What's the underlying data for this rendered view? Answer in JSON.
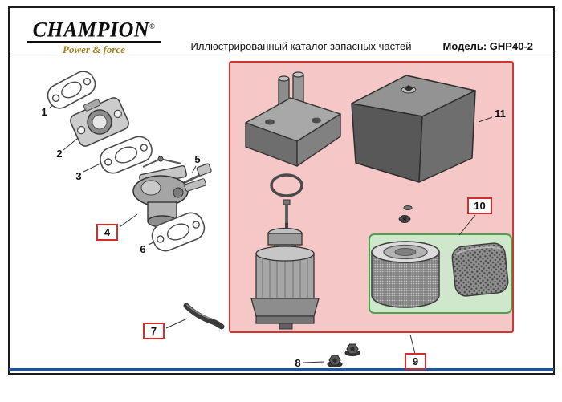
{
  "header": {
    "brand": {
      "name": "CHAMPION",
      "reg": "®",
      "tagline": "Power & force"
    },
    "title": "Иллюстрированный каталог запасных частей",
    "model": "Модель: GHP40-2"
  },
  "parts": [
    {
      "num": "1",
      "boxed": false
    },
    {
      "num": "2",
      "boxed": false
    },
    {
      "num": "3",
      "boxed": false
    },
    {
      "num": "4",
      "boxed": true
    },
    {
      "num": "5",
      "boxed": false
    },
    {
      "num": "6",
      "boxed": false
    },
    {
      "num": "7",
      "boxed": true
    },
    {
      "num": "8",
      "boxed": false
    },
    {
      "num": "9",
      "boxed": true
    },
    {
      "num": "10",
      "boxed": true
    },
    {
      "num": "11",
      "boxed": false
    }
  ],
  "colors": {
    "brand_gold": "#a3801f",
    "highlight_box_red": "#d42b2b",
    "red_panel_bg": "#f6c7c7",
    "red_panel_border": "#d43434",
    "green_panel_bg": "#cfe8cb",
    "green_panel_border": "#4aa34a",
    "footer_blue": "#2155a3"
  }
}
